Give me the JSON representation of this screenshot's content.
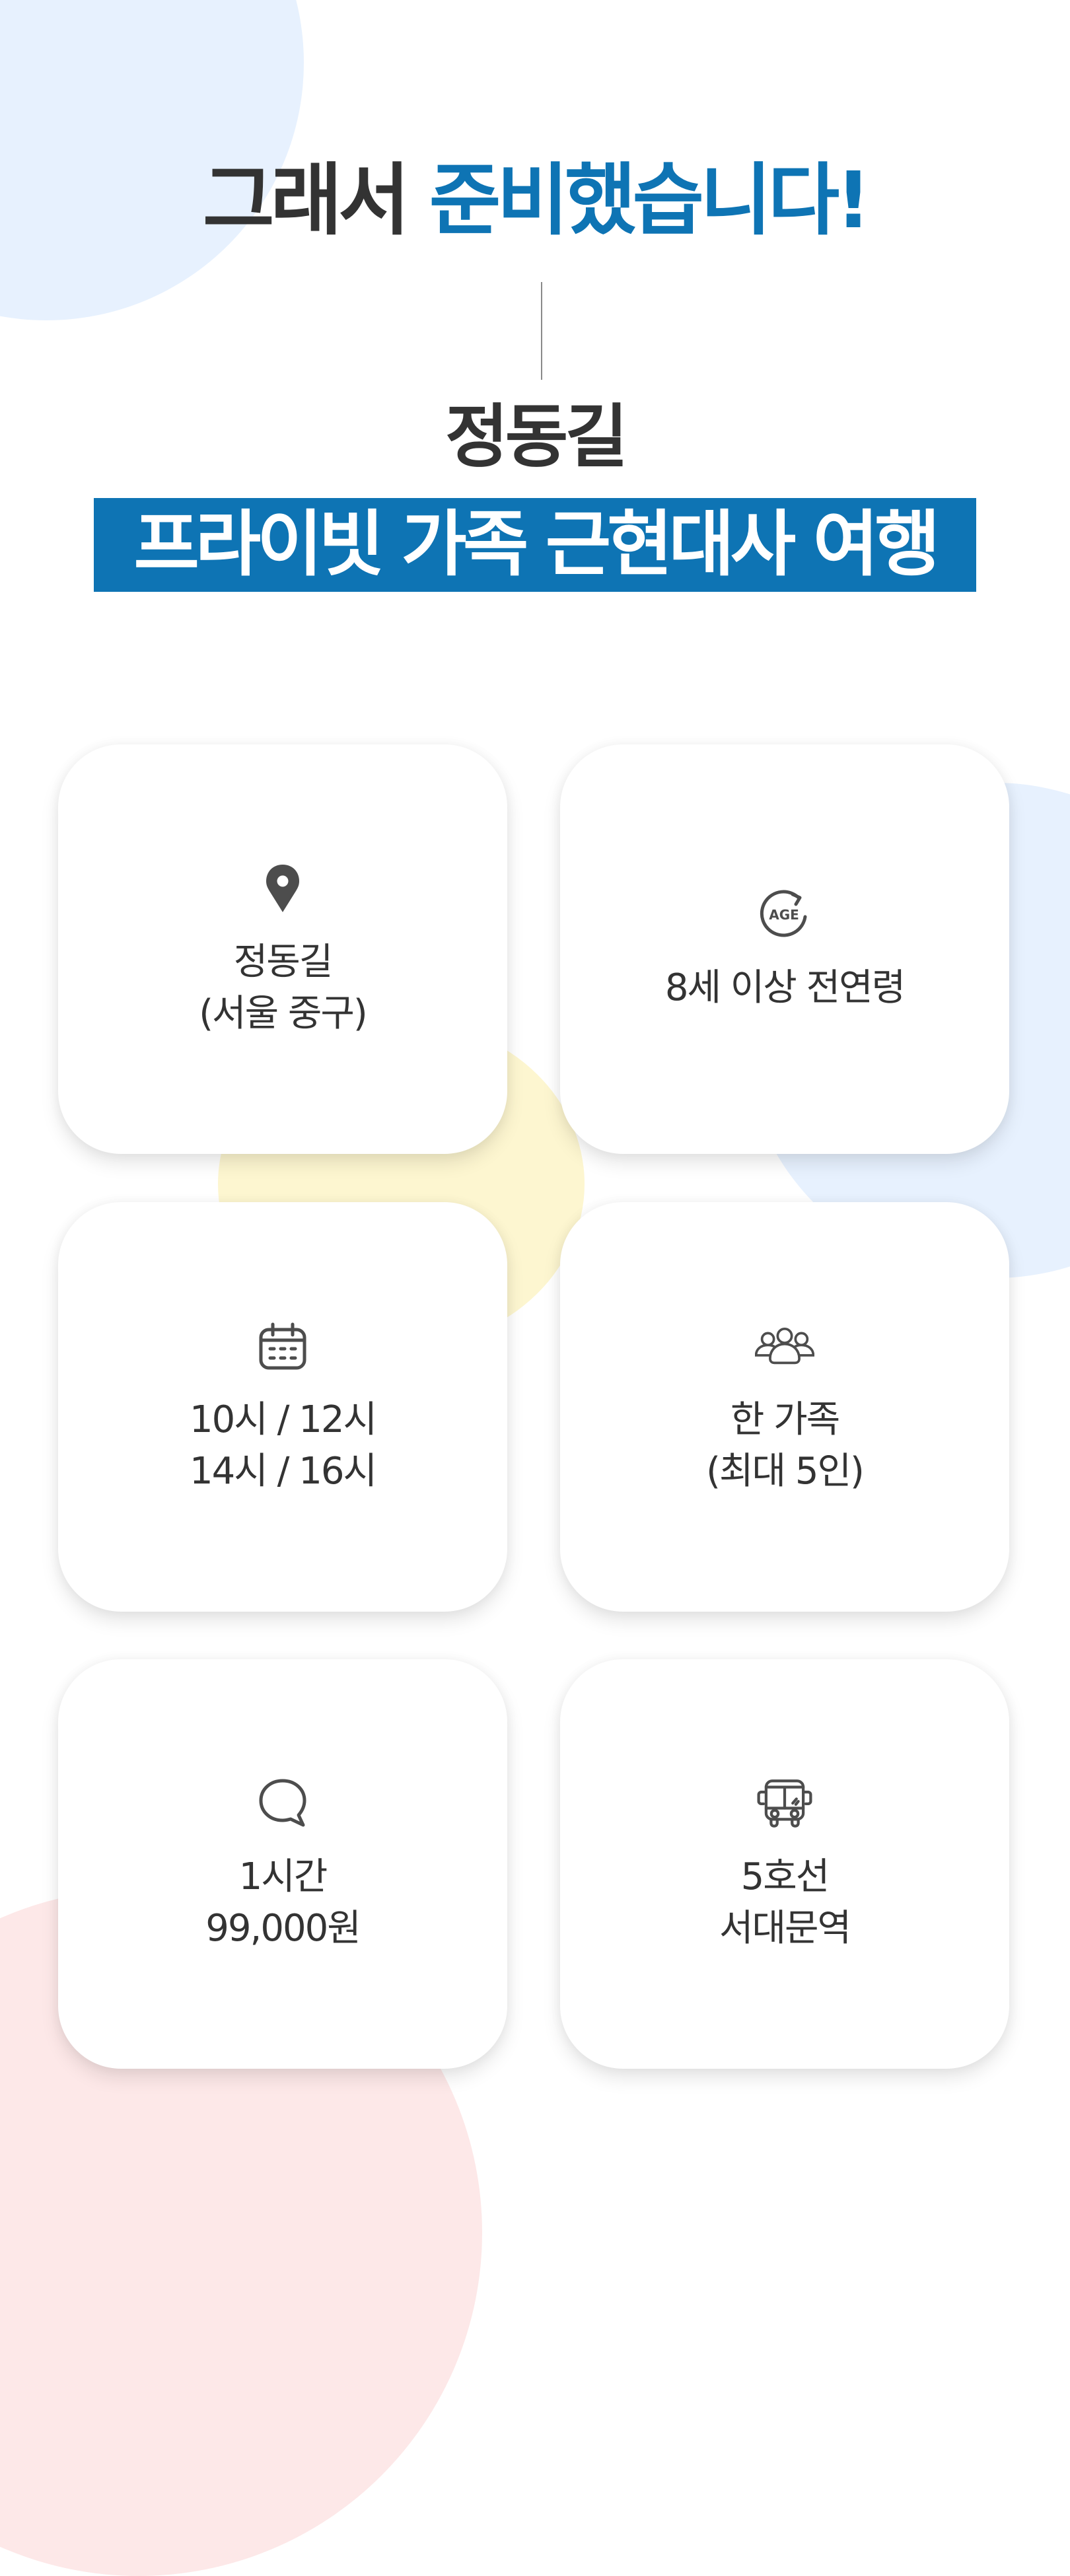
{
  "header": {
    "headline_prefix": "그래서 ",
    "headline_accent": "준비했습니다!",
    "place_title": "정동길",
    "tour_banner": "프라이빗 가족 근현대사 여행"
  },
  "colors": {
    "accent_blue": "#0e74b4",
    "text_dark": "#333333",
    "icon_gray": "#4d4d4d",
    "bg_blue": "#e7f1fe",
    "bg_yellow": "#fdf6d0",
    "bg_pink": "#fde8e8"
  },
  "cards": [
    {
      "icon": "map-pin-icon",
      "lines": [
        "정동길",
        "(서울 중구)"
      ]
    },
    {
      "icon": "age-icon",
      "icon_text": "AGE",
      "lines": [
        "8세 이상 전연령"
      ]
    },
    {
      "icon": "calendar-icon",
      "lines": [
        "10시 / 12시",
        "14시 / 16시"
      ]
    },
    {
      "icon": "group-icon",
      "lines": [
        "한 가족",
        "(최대 5인)"
      ]
    },
    {
      "icon": "speech-bubble-icon",
      "lines": [
        "1시간",
        "99,000원"
      ]
    },
    {
      "icon": "bus-icon",
      "lines": [
        "5호선",
        "서대문역"
      ]
    }
  ]
}
